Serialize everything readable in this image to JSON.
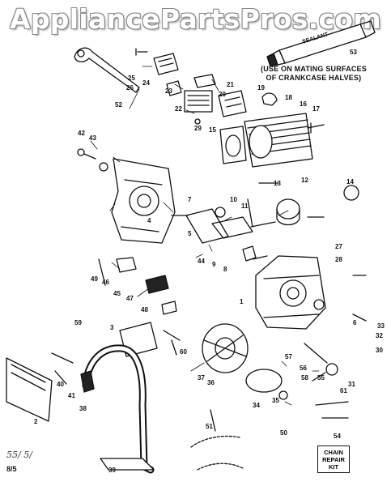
{
  "watermark": "AppliancePartsPros.com",
  "sealant_label": "SEALANT",
  "note_lines": [
    "(USE ON MATING SURFACES",
    "OF CRANKCASE HALVES)"
  ],
  "kit_lines": [
    "CHAIN",
    "REPAIR",
    "KIT"
  ],
  "page_ref": "8/5",
  "handwritten": "55/ 5/",
  "part_numbers": [
    "53",
    "25",
    "26",
    "24",
    "23",
    "52",
    "22",
    "21",
    "20",
    "19",
    "18",
    "17",
    "16",
    "15",
    "29",
    "42",
    "43",
    "44",
    "48",
    "47",
    "45",
    "46",
    "49",
    "50",
    "51",
    "54",
    "55",
    "56",
    "57",
    "58",
    "59",
    "60",
    "61",
    "12",
    "13",
    "14",
    "10",
    "11",
    "9",
    "8",
    "7",
    "6",
    "5",
    "4",
    "3",
    "2",
    "1",
    "32",
    "31",
    "30",
    "40",
    "41",
    "39",
    "38",
    "37",
    "36",
    "35",
    "34",
    "28",
    "27",
    "33"
  ],
  "colors": {
    "ink": "#111111",
    "paper": "#ffffff",
    "watermark_outline": "#888888"
  }
}
